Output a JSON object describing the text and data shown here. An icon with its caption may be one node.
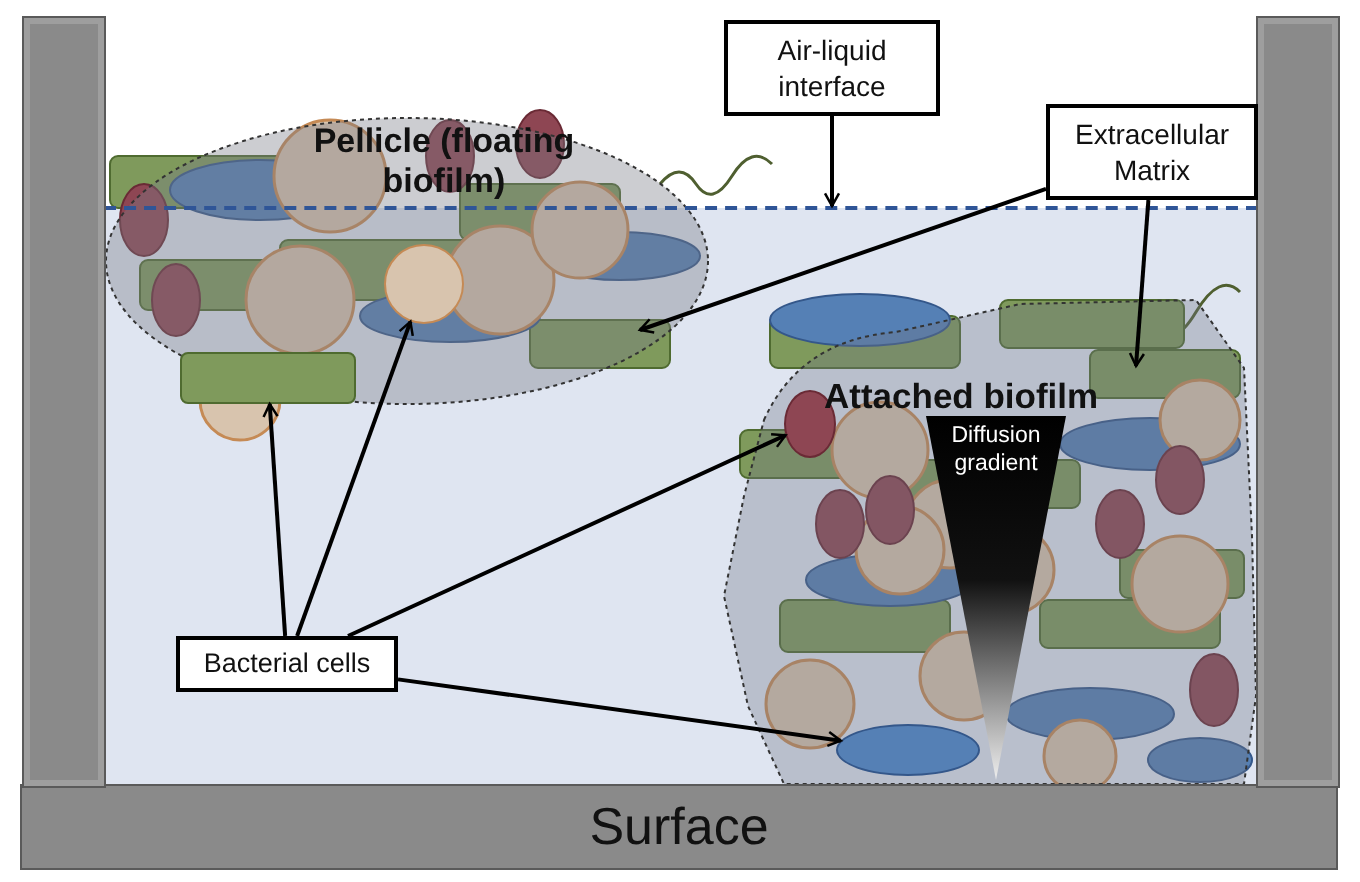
{
  "diagram": {
    "nodes": [
      {
        "text": [
          "Air-liquid interface"
        ]
      },
      {
        "text": [
          "Extracellular Matrix"
        ]
      },
      {
        "text": [
          "Pellicle (floating biofilm)"
        ]
      },
      {
        "text": [
          "Attached biofilm"
        ]
      },
      {
        "text": [
          "Diffusion gradient"
        ],
        "in": 3
      },
      {
        "text": [
          "Bacterial cells"
        ]
      },
      {
        "text": [
          "Surface"
        ]
      },
      {
        "text": [],
        "shape": "line"
      },
      {
        "text": [],
        "shape": "bar",
        "in": 2
      },
      {
        "text": [],
        "shape": "circle",
        "in": 2
      },
      {
        "text": [],
        "shape": "circle",
        "in": 3
      },
      {
        "text": [],
        "shape": "circle",
        "in": 3
      },
      {
        "text": [],
        "shape": "wall"
      },
      {
        "text": [],
        "shape": "wall"
      }
    ],
    "edges": [
      {
        "from": 0,
        "to": 7,
        "arrow": "to"
      },
      {
        "from": 1,
        "to": 2,
        "arrow": "to"
      },
      {
        "from": 1,
        "to": 3,
        "arrow": "to"
      },
      {
        "from": 5,
        "to": 8,
        "arrow": "to"
      },
      {
        "from": 5,
        "to": 9,
        "arrow": "to"
      },
      {
        "from": 5,
        "to": 10,
        "arrow": "to"
      },
      {
        "from": 5,
        "to": 11,
        "arrow": "to"
      }
    ]
  }
}
